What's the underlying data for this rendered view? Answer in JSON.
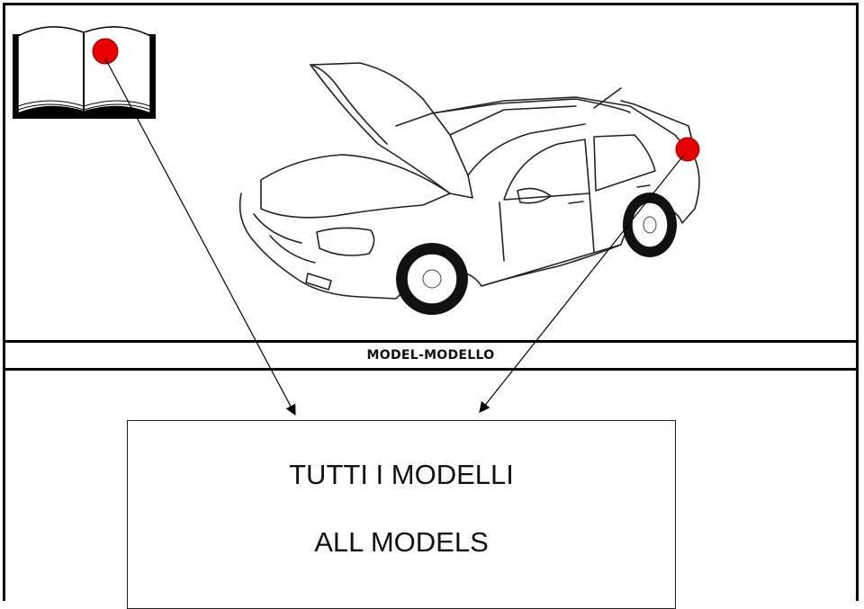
{
  "model_header": "MODEL-MODELLO",
  "models": {
    "italian": "TUTTI I MODELLI",
    "english": "ALL MODELS"
  },
  "colors": {
    "marker": "#e60000",
    "line": "#000000"
  },
  "icons": [
    "book-icon",
    "car-illustration",
    "marker-dot-icon",
    "arrow-icon"
  ]
}
